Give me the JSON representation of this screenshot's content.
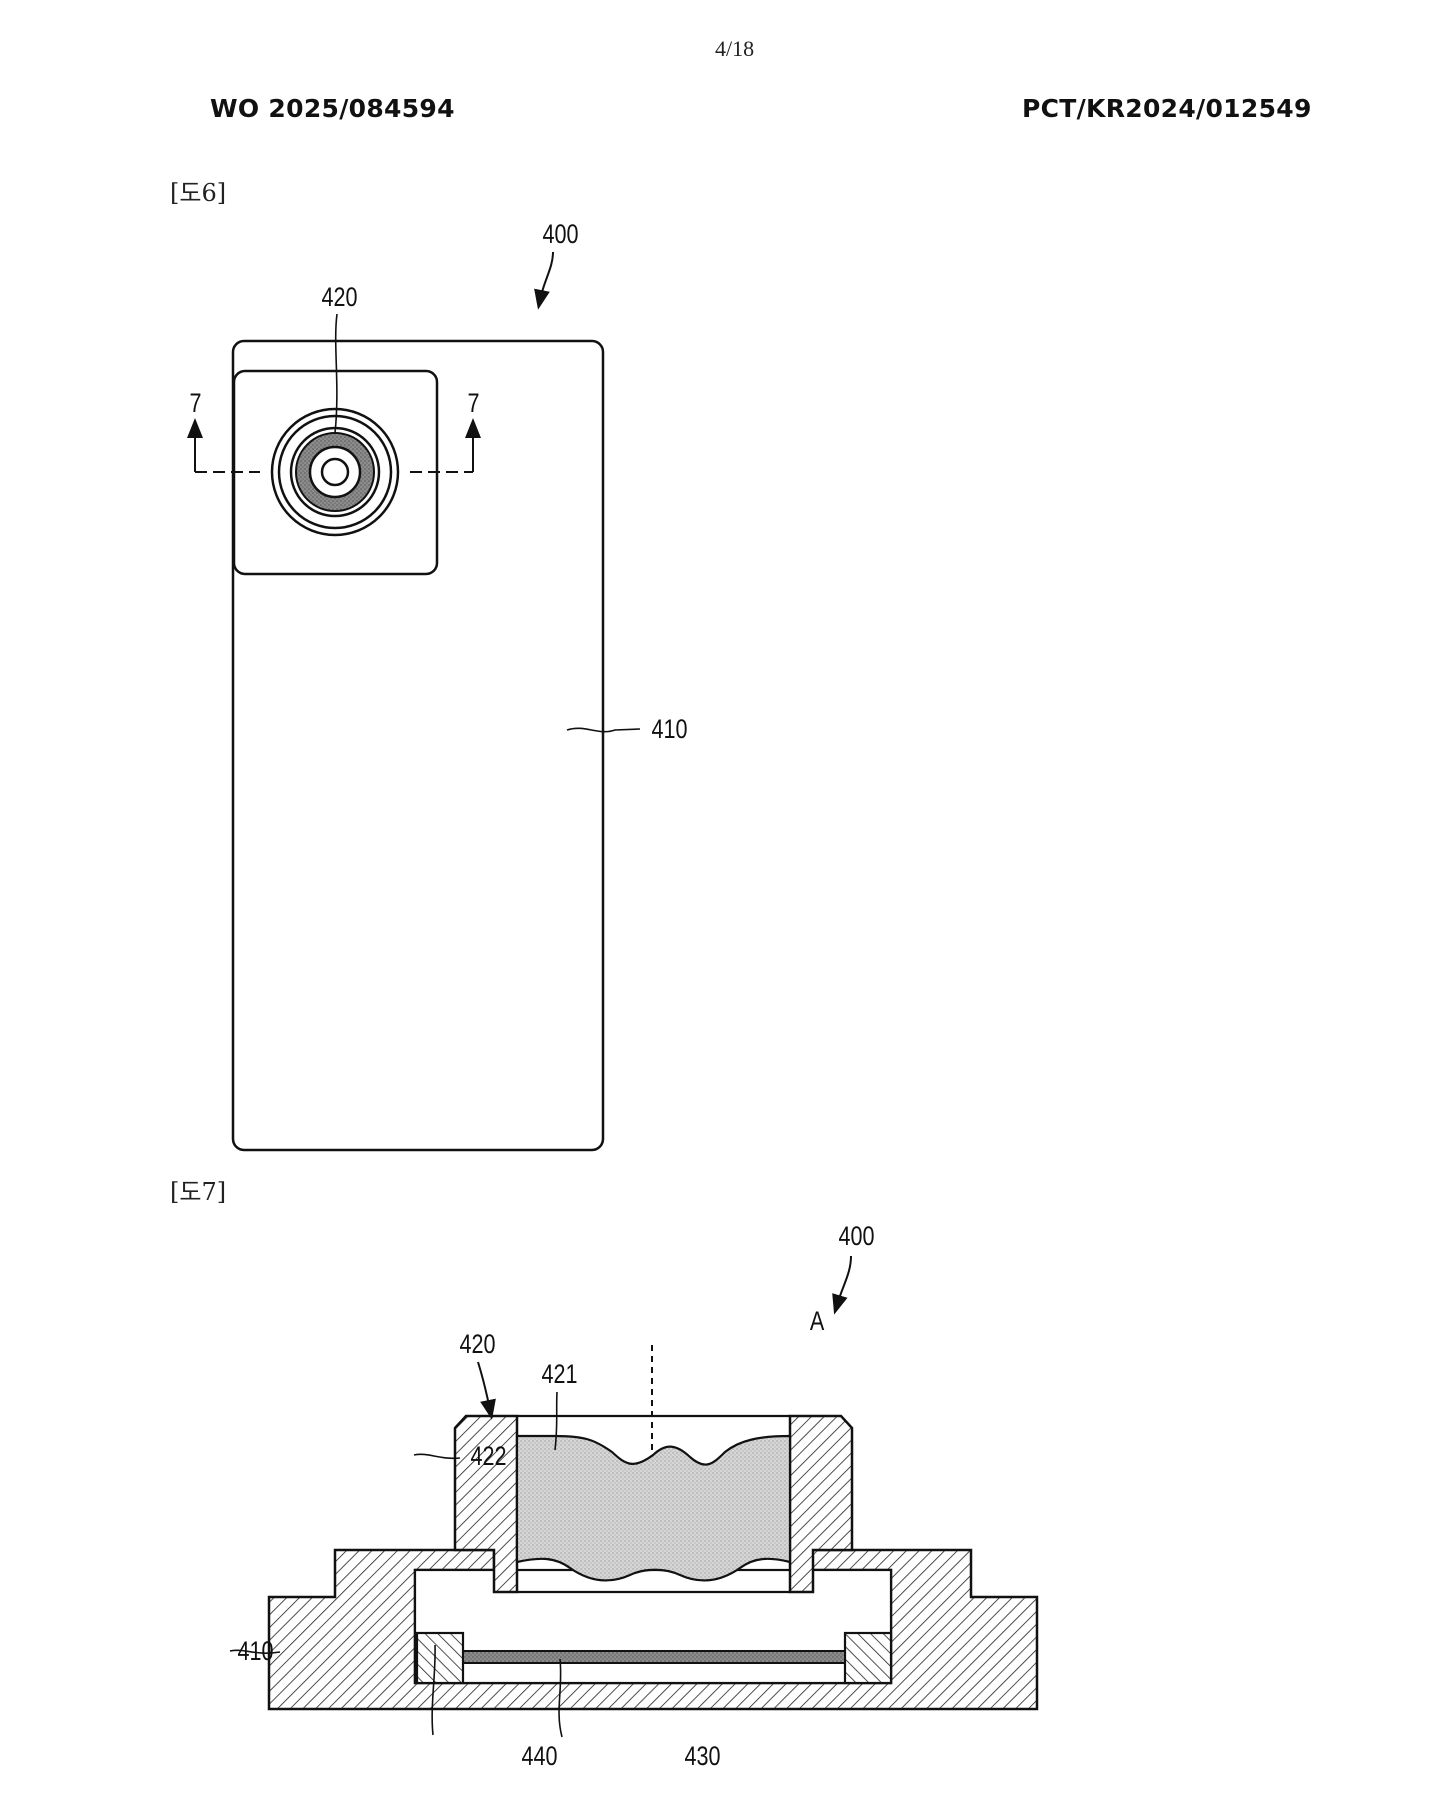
{
  "header": {
    "page_number": "4/18",
    "publication_number": "WO 2025/084594",
    "application_number": "PCT/KR2024/012549"
  },
  "fig6": {
    "label": "[도6]",
    "ref_device": "400",
    "ref_camera": "420",
    "ref_body": "410",
    "section_left": "7",
    "section_right": "7"
  },
  "fig7": {
    "label": "[도7]",
    "ref_device": "400",
    "ref_axis": "A",
    "ref_module": "420",
    "ref_lens": "421",
    "ref_barrel": "422",
    "ref_body": "410",
    "ref_support": "440",
    "ref_sensor": "430"
  }
}
